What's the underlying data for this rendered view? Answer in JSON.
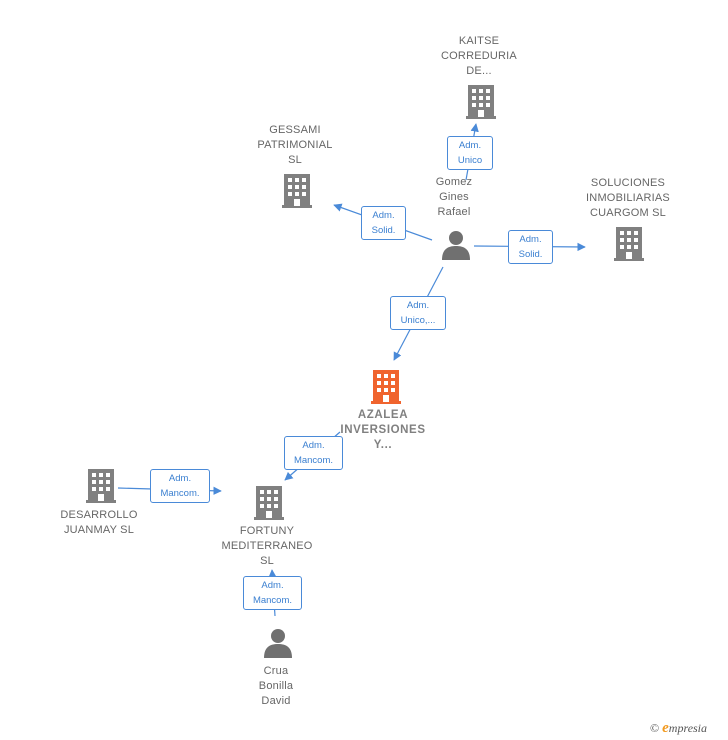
{
  "nodes": {
    "kaitse": {
      "label": "KAITSE\nCORREDURIA\nDE...",
      "type": "company"
    },
    "gessami": {
      "label": "GESSAMI\nPATRIMONIAL\nSL",
      "type": "company"
    },
    "gomez": {
      "label": "Gomez\nGines\nRafael",
      "type": "person"
    },
    "soluciones": {
      "label": "SOLUCIONES\nINMOBILIARIAS\nCUARGOM  SL",
      "type": "company"
    },
    "azalea": {
      "label": "AZALEA\nINVERSIONES\nY...",
      "type": "company-focus"
    },
    "desarrollo": {
      "label": "DESARROLLO\nJUANMAY  SL",
      "type": "company"
    },
    "fortuny": {
      "label": "FORTUNY\nMEDITERRANEO\nSL",
      "type": "company"
    },
    "crua": {
      "label": "Crua\nBonilla\nDavid",
      "type": "person"
    }
  },
  "edges": {
    "gomez_kaitse": "Adm.\nUnico",
    "gomez_gessami": "Adm.\nSolid.",
    "gomez_soluciones": "Adm.\nSolid.",
    "gomez_azalea": "Adm.\nUnico,...",
    "azalea_fortuny": "Adm.\nMancom.",
    "desarrollo_fortuny": "Adm.\nMancom.",
    "crua_fortuny": "Adm.\nMancom."
  },
  "colors": {
    "company": "#808080",
    "focus": "#f0642e",
    "person": "#707070",
    "edge": "#4a8ad8"
  },
  "footer": {
    "copyright": "©",
    "brand_initial": "e",
    "brand_rest": "mpresia"
  }
}
